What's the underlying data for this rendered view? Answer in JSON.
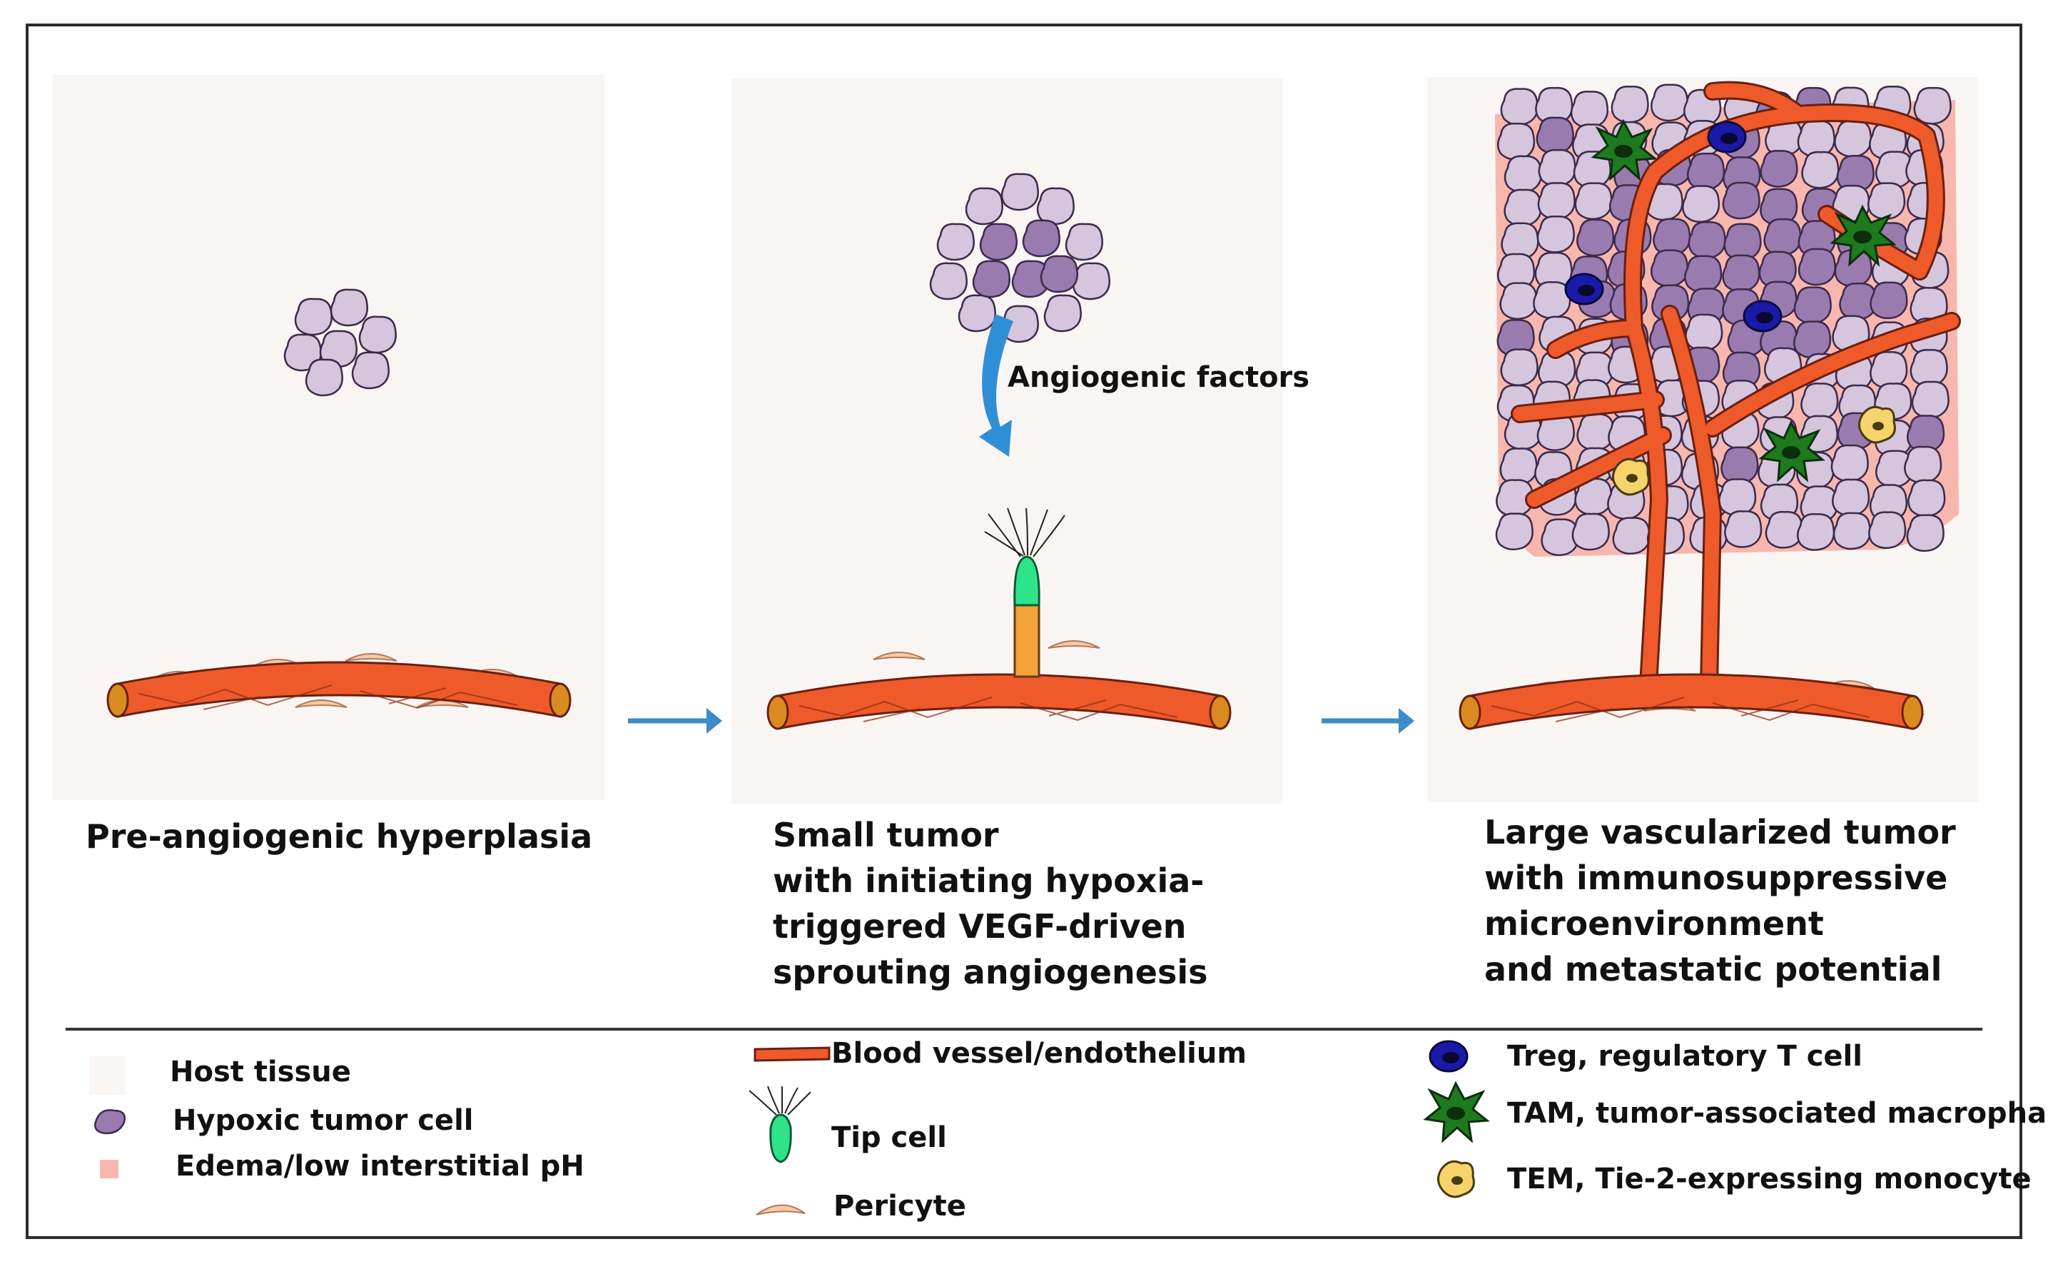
{
  "labels": {
    "angiogenic_factors": "Angiogenic factors"
  },
  "panels": [
    {
      "caption_lines": [
        "Pre-angiogenic hyperplasia"
      ]
    },
    {
      "caption_lines": [
        "Small tumor",
        "with initiating hypoxia-",
        "triggered VEGF-driven",
        "sprouting angiogenesis"
      ]
    },
    {
      "caption_lines": [
        "Large vascularized tumor",
        "with immunosuppressive",
        "microenvironment",
        "and metastatic potential"
      ]
    }
  ],
  "legend": {
    "host_tissue": "Host tissue",
    "hypoxic_tumor_cell": "Hypoxic tumor cell",
    "edema": "Edema/low interstitial pH",
    "blood_vessel": "Blood vessel/endothelium",
    "tip_cell": "Tip cell",
    "pericyte": "Pericyte",
    "treg": "Treg, regulatory T cell",
    "tam": "TAM, tumor-associated macrophage",
    "tem": "TEM, Tie-2-expressing monocyte"
  },
  "colors": {
    "host_tissue": "#f9f5f2",
    "vessel": "#ee5a2a",
    "vessel_outline": "#6a1f0f",
    "vessel_end": "#d98b1f",
    "tumor_light": "#d5c6de",
    "tumor_dark": "#9a7bb0",
    "edema": "#f7b7ae",
    "pericyte": "#f8c8a8",
    "tip_cell": "#2ee38a",
    "stalk": "#f3a23a",
    "treg": "#1a1aa8",
    "tam": "#1d7a1d",
    "tem": "#f7d36b",
    "arrow": "#3d8bc9"
  }
}
